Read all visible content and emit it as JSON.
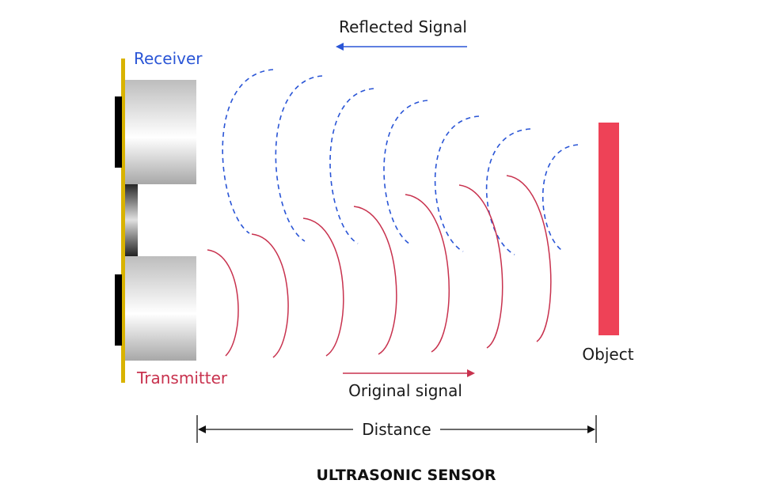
{
  "labels": {
    "reflected": "Reflected Signal",
    "receiver": "Receiver",
    "transmitter": "Transmitter",
    "original": "Original signal",
    "object": "Object",
    "distance": "Distance"
  },
  "title": "ULTRASONIC SENSOR",
  "colors": {
    "receiver": "#2a55d6",
    "transmitter": "#c8324e",
    "object": "#ee4257",
    "board": "#d9b300",
    "text": "#1a1a1a"
  }
}
